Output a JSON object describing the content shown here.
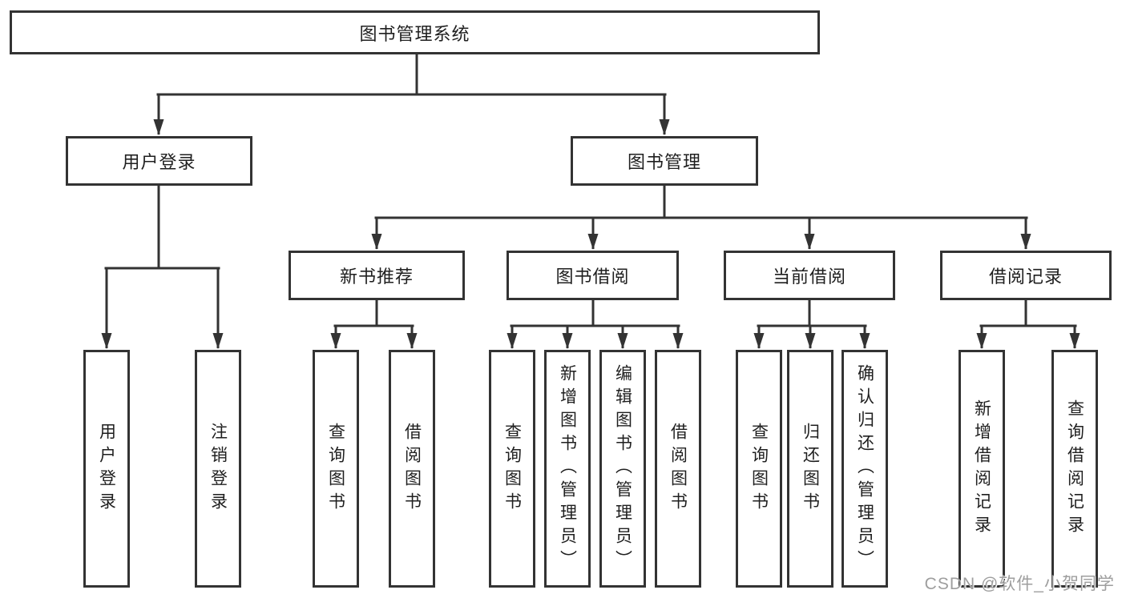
{
  "diagram": {
    "type": "tree",
    "root": {
      "label": "图书管理系统"
    },
    "branches": [
      {
        "label": "用户登录",
        "children": [
          {
            "label": "用户登录"
          },
          {
            "label": "注销登录"
          }
        ]
      },
      {
        "label": "图书管理",
        "children": [
          {
            "label": "新书推荐",
            "children": [
              {
                "label": "查询图书"
              },
              {
                "label": "借阅图书"
              }
            ]
          },
          {
            "label": "图书借阅",
            "children": [
              {
                "label": "查询图书"
              },
              {
                "label": "新增图书（管理员）"
              },
              {
                "label": "编辑图书（管理员）"
              },
              {
                "label": "借阅图书"
              }
            ]
          },
          {
            "label": "当前借阅",
            "children": [
              {
                "label": "查询图书"
              },
              {
                "label": "归还图书"
              },
              {
                "label": "确认归还（管理员）"
              }
            ]
          },
          {
            "label": "借阅记录",
            "children": [
              {
                "label": "新增借阅记录"
              },
              {
                "label": "查询借阅记录"
              }
            ]
          }
        ]
      }
    ],
    "watermark": "CSDN @软件_小贺同学",
    "colors": {
      "line": "#333333",
      "box_border": "#333333",
      "box_fill": "#ffffff",
      "text": "#1f1f1f",
      "watermark": "#9e9e9e"
    }
  }
}
